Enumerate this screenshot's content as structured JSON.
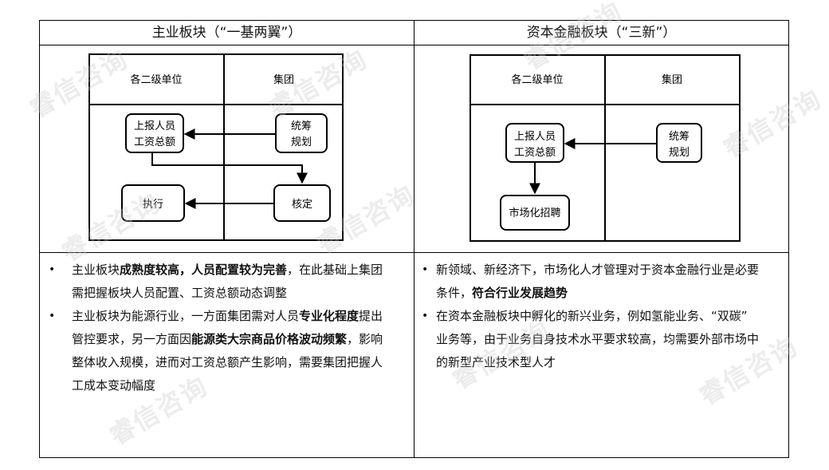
{
  "left": {
    "header": "主业板块（“一基两翼”）",
    "lane_left": "各二级单位",
    "lane_right": "集团",
    "nodes": {
      "report": [
        "上报人员",
        "工资总额"
      ],
      "plan": [
        "统筹",
        "规划"
      ],
      "execute": "执行",
      "approve": "核定"
    },
    "bullets": [
      [
        {
          "t": "主业板块"
        },
        {
          "t": "成熟度较高，人员配置较为完善",
          "b": true
        },
        {
          "t": "，在此基础上集团"
        }
      ],
      [
        {
          "t": "需把握板块人员配置、工资总额动态调整"
        }
      ],
      [
        {
          "t": "主业板块为能源行业，一方面集团需对人员"
        },
        {
          "t": "专业化程度",
          "b": true
        },
        {
          "t": "提出"
        }
      ],
      [
        {
          "t": "管控要求，另一方面因"
        },
        {
          "t": "能源类大宗商品价格波动频繁",
          "b": true
        },
        {
          "t": "，影响"
        }
      ],
      [
        {
          "t": "整体收入规模，进而对工资总额产生影响，需要集团把握人"
        }
      ],
      [
        {
          "t": "工成本变动幅度"
        }
      ]
    ]
  },
  "right": {
    "header": "资本金融板块（“三新”）",
    "lane_left": "各二级单位",
    "lane_right": "集团",
    "nodes": {
      "report": [
        "上报人员",
        "工资总额"
      ],
      "plan": [
        "统筹",
        "规划"
      ],
      "recruit": "市场化招聘"
    },
    "bullets": [
      [
        {
          "t": "新领域、新经济下，市场化人才管理对于资本金融行业是必要"
        }
      ],
      [
        {
          "t": "条件，"
        },
        {
          "t": "符合行业发展趋势",
          "b": true
        }
      ],
      [
        {
          "t": "在资本金融板块中孵化的新兴业务，例如氢能业务、“双碳”"
        }
      ],
      [
        {
          "t": "业务等，由于业务自身技术水平要求较高，均需要外部市场中"
        }
      ],
      [
        {
          "t": "的新型产业技术型人才"
        }
      ]
    ]
  },
  "watermark": "睿信咨询"
}
